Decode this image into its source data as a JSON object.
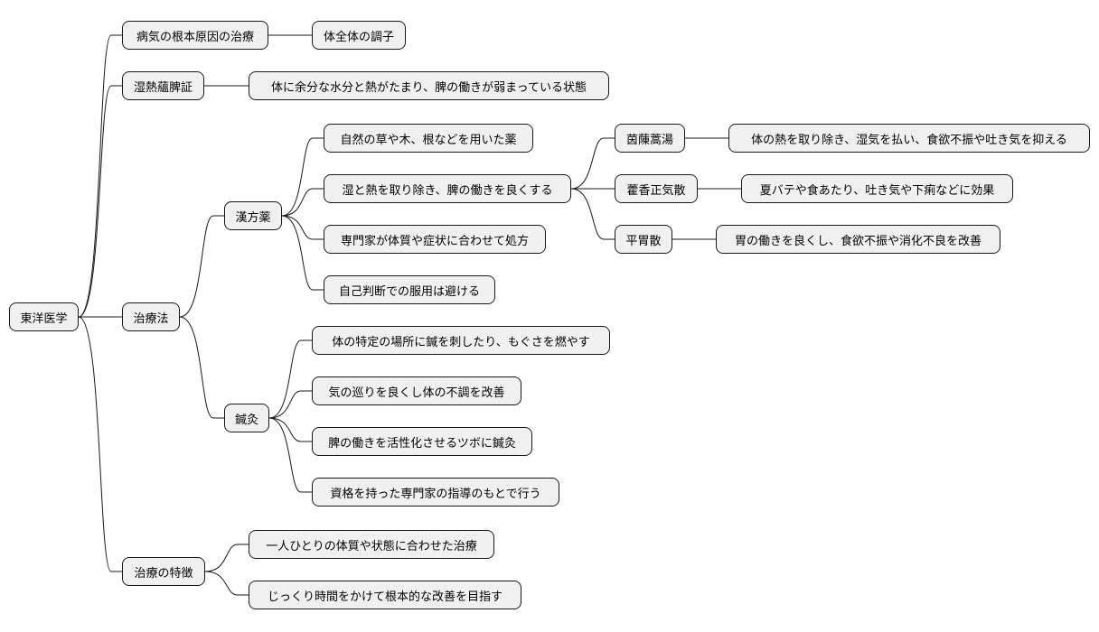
{
  "mindmap": {
    "root": {
      "label": "東洋医学",
      "branches": [
        {
          "label": "病気の根本原因の治療",
          "children": [
            {
              "label": "体全体の調子"
            }
          ]
        },
        {
          "label": "湿熱蘊脾証",
          "children": [
            {
              "label": "体に余分な水分と熱がたまり、脾の働きが弱まっている状態"
            }
          ]
        },
        {
          "label": "治療法",
          "children": [
            {
              "label": "漢方薬",
              "children": [
                {
                  "label": "自然の草や木、根などを用いた薬"
                },
                {
                  "label": "湿と熱を取り除き、脾の働きを良くする",
                  "children": [
                    {
                      "label": "茵蔯蒿湯",
                      "children": [
                        {
                          "label": "体の熱を取り除き、湿気を払い、食欲不振や吐き気を抑える"
                        }
                      ]
                    },
                    {
                      "label": "藿香正気散",
                      "children": [
                        {
                          "label": "夏バテや食あたり、吐き気や下痢などに効果"
                        }
                      ]
                    },
                    {
                      "label": "平胃散",
                      "children": [
                        {
                          "label": "胃の働きを良くし、食欲不振や消化不良を改善"
                        }
                      ]
                    }
                  ]
                },
                {
                  "label": "専門家が体質や症状に合わせて処方"
                },
                {
                  "label": "自己判断での服用は避ける"
                }
              ]
            },
            {
              "label": "鍼灸",
              "children": [
                {
                  "label": "体の特定の場所に鍼を刺したり、もぐさを燃やす"
                },
                {
                  "label": "気の巡りを良くし体の不調を改善"
                },
                {
                  "label": "脾の働きを活性化させるツボに鍼灸"
                },
                {
                  "label": "資格を持った専門家の指導のもとで行う"
                }
              ]
            }
          ]
        },
        {
          "label": "治療の特徴",
          "children": [
            {
              "label": "一人ひとりの体質や状態に合わせた治療"
            },
            {
              "label": "じっくり時間をかけて根本的な改善を目指す"
            }
          ]
        }
      ]
    }
  }
}
